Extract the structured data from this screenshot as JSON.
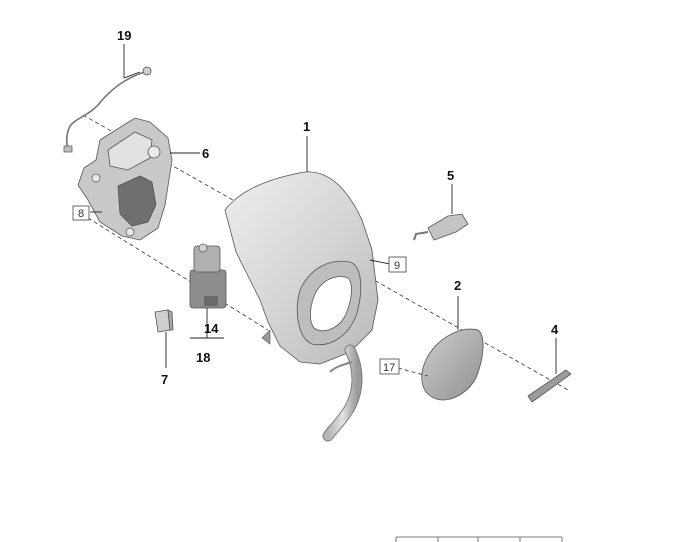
{
  "callouts": {
    "c1": "1",
    "c2": "2",
    "c4": "4",
    "c5": "5",
    "c6": "6",
    "c7": "7",
    "c8": "8",
    "c9": "9",
    "c14": "14",
    "c17": "17",
    "c18": "18",
    "c19": "19"
  },
  "colors": {
    "part_fill": "#d8d8d8",
    "part_dark": "#8a8a8a",
    "line": "#222222"
  }
}
